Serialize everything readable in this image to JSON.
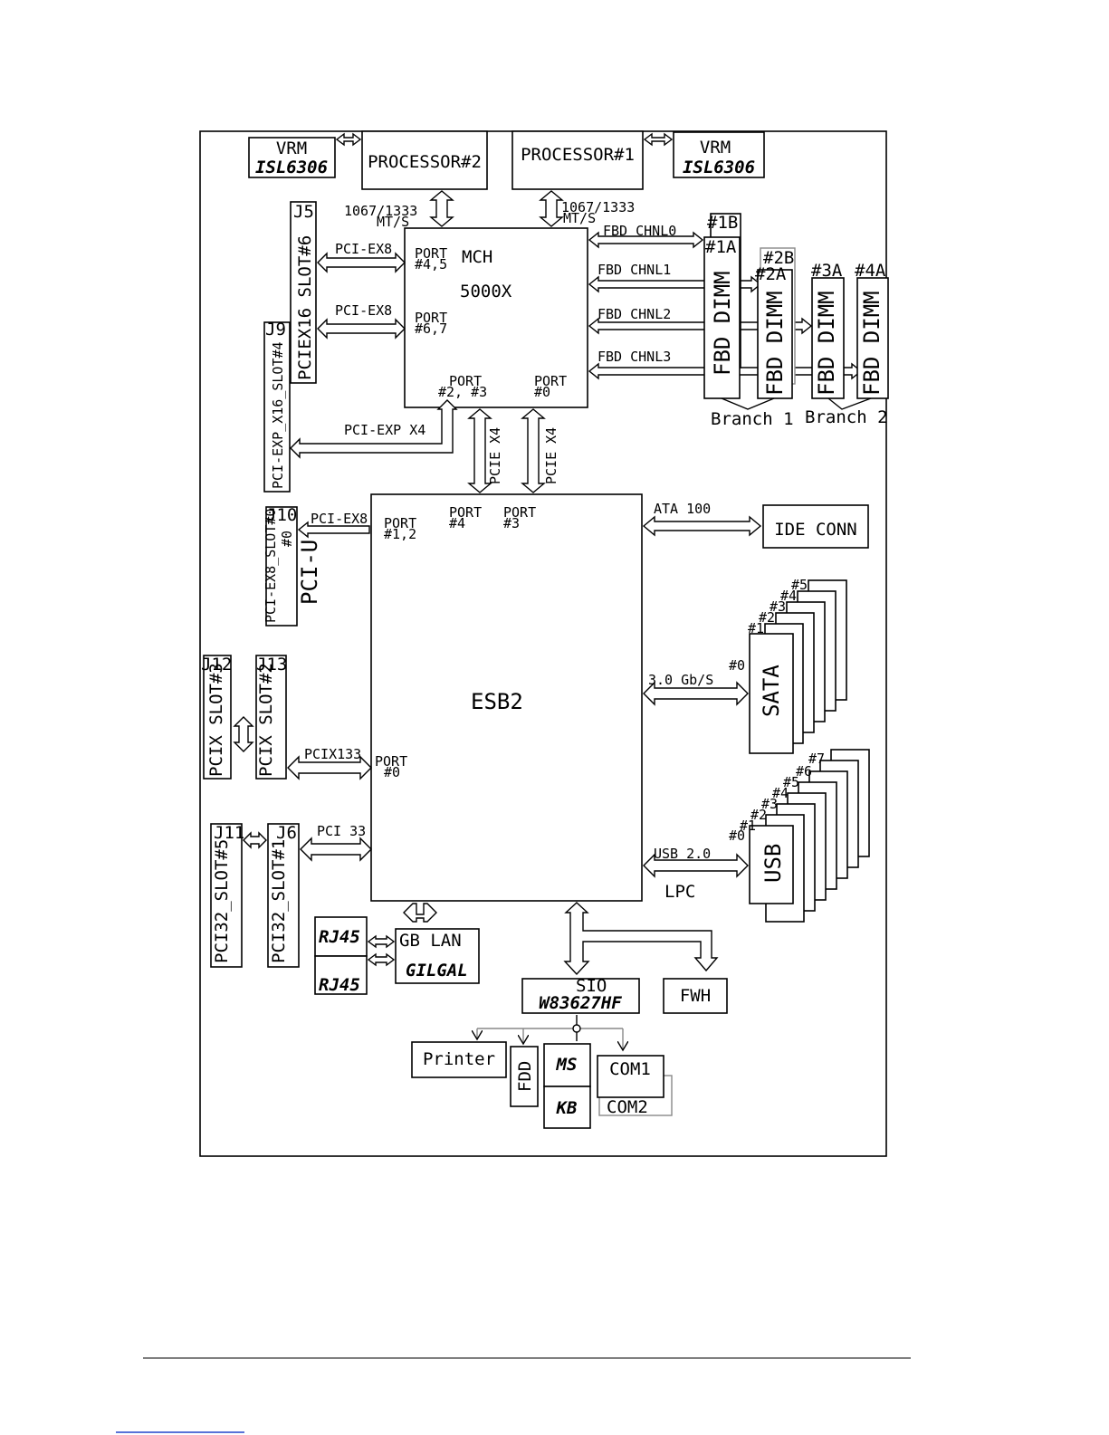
{
  "vrm": {
    "label": "VRM",
    "part": "ISL6306"
  },
  "processor2": "PROCESSOR#2",
  "processor1": "PROCESSOR#1",
  "fsb": {
    "speed": "1067/1333",
    "unit": "MT/S"
  },
  "mch": {
    "title": "MCH",
    "model": "5000X",
    "port_45": "PORT",
    "port_45_n": "#4,5",
    "port_67": "PORT",
    "port_67_n": "#6,7",
    "port_23": "PORT",
    "port_23_n": "#2,  #3",
    "port_0": "PORT",
    "port_0_n": "#0"
  },
  "fbd": {
    "chnl0": "FBD CHNL0",
    "chnl1": "FBD CHNL1",
    "chnl2": "FBD CHNL2",
    "chnl3": "FBD CHNL3",
    "dimm_label": "FBD DIMM",
    "slots": [
      "#1B",
      "#1A",
      "#2B",
      "#2A",
      "#3A",
      "#4A"
    ],
    "branch1": "Branch 1",
    "branch2": "Branch 2"
  },
  "pcie": {
    "ex8": "PCI-EX8",
    "exp_x4": "PCI-EXP X4",
    "pcie_x4": "PCIE X4",
    "pci_u": "PCI-U",
    "pcix133": "PCIX133",
    "pci33": "PCI 33"
  },
  "slots": {
    "j5": {
      "id": "J5",
      "name": "PCIEX16 SLOT#6"
    },
    "j9": {
      "id": "J9",
      "name": "PCI-EXP_X16_SLOT#4"
    },
    "j10": {
      "id": "J10",
      "name": "PCI-EX8_SLOT#0"
    },
    "j12": {
      "id": "J12",
      "name": "PCIX SLOT#3"
    },
    "j13": {
      "id": "J13",
      "name": "PCIX SLOT#2"
    },
    "j11": {
      "id": "J11",
      "name": "PCI32_SLOT#5"
    },
    "j6": {
      "id": "J6",
      "name": "PCI32_SLOT#1"
    }
  },
  "esb2": {
    "title": "ESB2",
    "port_12": "PORT",
    "port_12_n": "#1,2",
    "port_4": "PORT",
    "port_4_n": "#4",
    "port_3": "PORT",
    "port_3_n": "#3",
    "port_0": "PORT",
    "port_0_n": "#0"
  },
  "ide": {
    "bus": "ATA 100",
    "box": "IDE CONN"
  },
  "sata": {
    "bus": "3.0 Gb/S",
    "box": "SATA",
    "nums": [
      "#0",
      "#1",
      "#2",
      "#3",
      "#4",
      "#5"
    ]
  },
  "usb": {
    "bus": "USB 2.0",
    "box": "USB",
    "nums": [
      "#0",
      "#1",
      "#2",
      "#3",
      "#4",
      "#5",
      "#6",
      "#7"
    ]
  },
  "lpc": "LPC",
  "lan": {
    "rj45": "RJ45",
    "title": "GB LAN",
    "part": "GILGAL"
  },
  "sio": {
    "title": "SIO",
    "part": "W83627HF"
  },
  "fwh": "FWH",
  "periph": {
    "printer": "Printer",
    "fdd": "FDD",
    "ms": "MS",
    "kb": "KB",
    "com1": "COM1",
    "com2": "COM2"
  }
}
